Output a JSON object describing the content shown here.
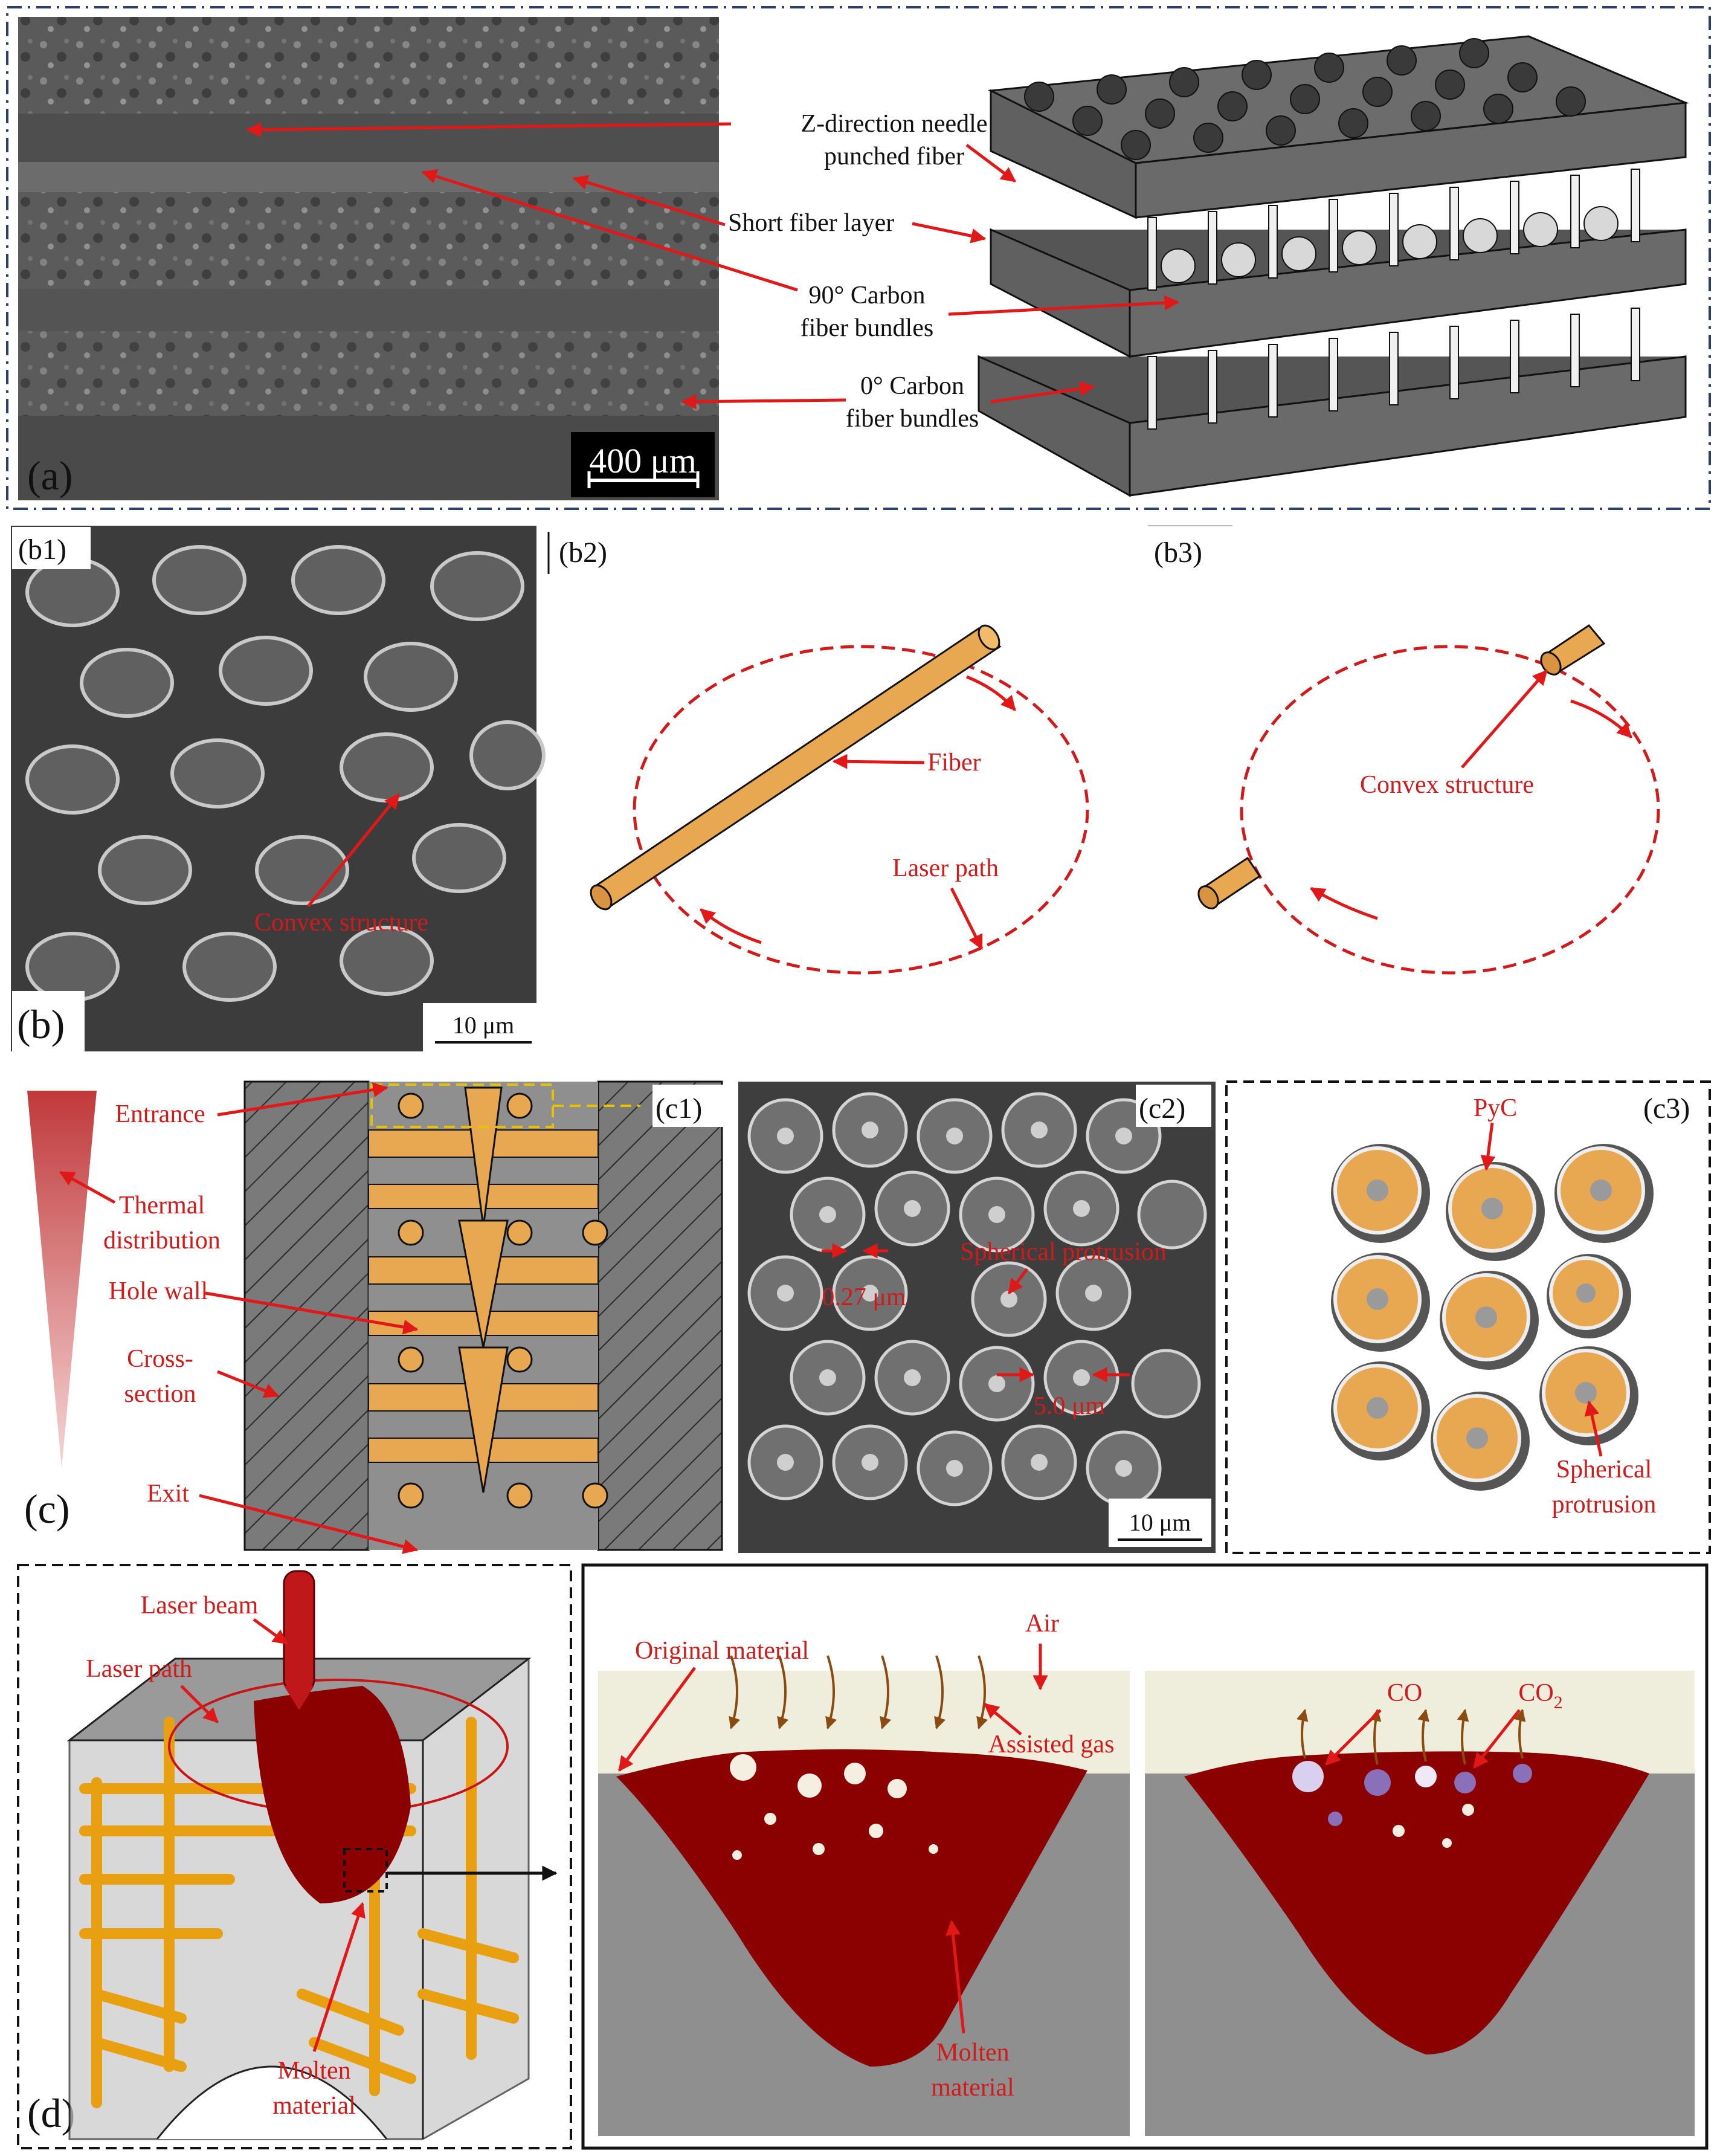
{
  "panel_a": {
    "tag": "(a)",
    "scale_bar": "400 μm",
    "labels": {
      "z_line1": "Z-direction needle",
      "z_line2": "punched fiber",
      "short": "Short fiber layer",
      "b90_line1": "90° Carbon",
      "b90_line2": "fiber bundles",
      "b0_line1": "0° Carbon",
      "b0_line2": "fiber bundles"
    }
  },
  "panel_b": {
    "tag": "(b)",
    "b1": "(b1)",
    "b2": "(b2)",
    "b3": "(b3)",
    "scale_bar": "10 μm",
    "convex_sem": "Convex structure",
    "fiber": "Fiber",
    "laser_path": "Laser path",
    "convex": "Convex structure"
  },
  "panel_c": {
    "tag": "(c)",
    "c1": "(c1)",
    "c2": "(c2)",
    "c3": "(c3)",
    "entrance": "Entrance",
    "thermal_line1": "Thermal",
    "thermal_line2": "distribution",
    "hole_wall": "Hole wall",
    "cross_line1": "Cross-",
    "cross_line2": "section",
    "exit": "Exit",
    "spherical_sem": "Spherical protrusion",
    "dim1": "0.27 μm",
    "dim2": "5.0 μm",
    "scale_bar": "10 μm",
    "pyc": "PyC",
    "spherical_line1": "Spherical",
    "spherical_line2": "protrusion"
  },
  "panel_d": {
    "tag": "(d)",
    "laser_beam": "Laser beam",
    "laser_path": "Laser path",
    "molten_left_line1": "Molten",
    "molten_left_line2": "material",
    "original": "Original material",
    "air": "Air",
    "assisted_gas": "Assisted gas",
    "molten_line1": "Molten",
    "molten_line2": "material",
    "co": "CO",
    "co2": "CO",
    "co2_sub": "2"
  },
  "colors": {
    "label_red": "#d11a1a",
    "fiber_orange": "#e8a851",
    "molten_red": "#8b0000",
    "grey": "#8f8f8f",
    "air_cream": "#efeedd"
  }
}
